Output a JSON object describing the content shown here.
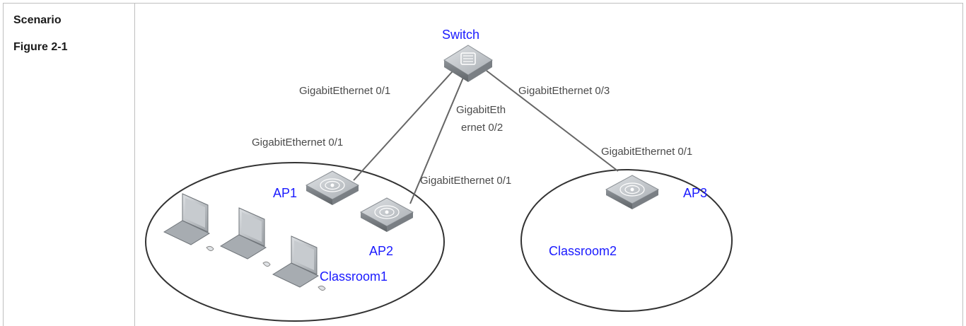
{
  "table": {
    "row_label": "Scenario",
    "figure_label": "Figure 2-1"
  },
  "diagram": {
    "switch_label": "Switch",
    "ap1_label": "AP1",
    "ap2_label": "AP2",
    "ap3_label": "AP3",
    "classroom1_label": "Classroom1",
    "classroom2_label": "Classroom2",
    "port_sw_ap1": "GigabitEthernet 0/1",
    "port_sw_ap2_line1": "GigabitEth",
    "port_sw_ap2_line2": "ernet 0/2",
    "port_sw_ap3": "GigabitEthernet 0/3",
    "port_ap1": "GigabitEthernet 0/1",
    "port_ap2": "GigabitEthernet 0/1",
    "port_ap3": "GigabitEthernet 0/1"
  },
  "colors": {
    "label_blue": "#1a1aff",
    "port_gray": "#4a4a4a",
    "device_gray": "#9ea3a8",
    "line_gray": "#666666"
  }
}
